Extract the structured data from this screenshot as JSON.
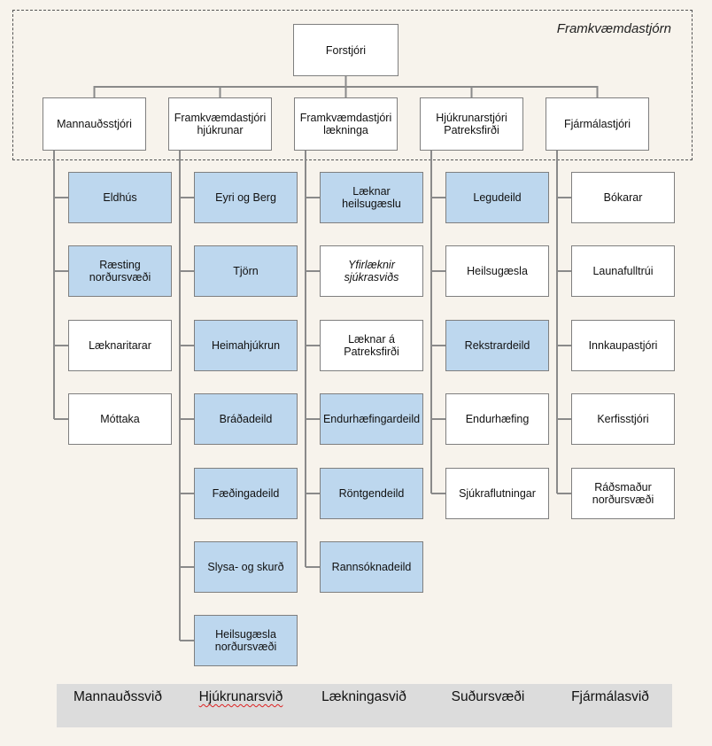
{
  "exec_title": "Framkvæmdastjórn",
  "ceo": "Forstjóri",
  "directors": [
    "Mannauðsstjóri",
    "Framkvæmdastjóri hjúkrunar",
    "Framkvæmdastjóri lækninga",
    "Hjúkrunarstjóri Patreksfirði",
    "Fjármálastjóri"
  ],
  "columns": [
    {
      "items": [
        {
          "label": "Eldhús",
          "highlight": true
        },
        {
          "label": "Ræsting norðursvæði",
          "highlight": true
        },
        {
          "label": "Læknaritarar",
          "highlight": false
        },
        {
          "label": "Móttaka",
          "highlight": false
        }
      ]
    },
    {
      "items": [
        {
          "label": "Eyri og Berg",
          "highlight": true
        },
        {
          "label": "Tjörn",
          "highlight": true
        },
        {
          "label": "Heimahjúkrun",
          "highlight": true
        },
        {
          "label": "Bráðadeild",
          "highlight": true
        },
        {
          "label": "Fæðingadeild",
          "highlight": true
        },
        {
          "label": "Slysa- og skurð",
          "highlight": true
        },
        {
          "label": "Heilsugæsla norðursvæði",
          "highlight": true
        }
      ]
    },
    {
      "items": [
        {
          "label": "Læknar heilsugæslu",
          "highlight": true
        },
        {
          "label": "Yfirlæknir sjúkrasviðs",
          "highlight": false,
          "italic": true
        },
        {
          "label": "Læknar á Patreksfirði",
          "highlight": false
        },
        {
          "label": "Endurhæfingardeild",
          "highlight": true
        },
        {
          "label": "Röntgendeild",
          "highlight": true
        },
        {
          "label": "Rannsóknadeild",
          "highlight": true
        }
      ]
    },
    {
      "items": [
        {
          "label": "Legudeild",
          "highlight": true
        },
        {
          "label": "Heilsugæsla",
          "highlight": false
        },
        {
          "label": "Rekstrardeild",
          "highlight": true
        },
        {
          "label": "Endurhæfing",
          "highlight": false
        },
        {
          "label": "Sjúkraflutningar",
          "highlight": false
        }
      ]
    },
    {
      "items": [
        {
          "label": "Bókarar",
          "highlight": false
        },
        {
          "label": "Launafulltrúi",
          "highlight": false
        },
        {
          "label": "Innkaupastjóri",
          "highlight": false
        },
        {
          "label": "Kerfisstjóri",
          "highlight": false
        },
        {
          "label": "Ráðsmaður norðursvæði",
          "highlight": false
        }
      ]
    }
  ],
  "divisions": [
    "Mannauðssvið",
    "Hjúkrunarsvið",
    "Lækningasvið",
    "Suðursvæði",
    "Fjármálasvið"
  ],
  "colors": {
    "highlight": "#bdd7ee",
    "box": "#ffffff",
    "border": "#7f7f7f",
    "background": "#f7f3ec",
    "footer": "#dcdcdc"
  }
}
